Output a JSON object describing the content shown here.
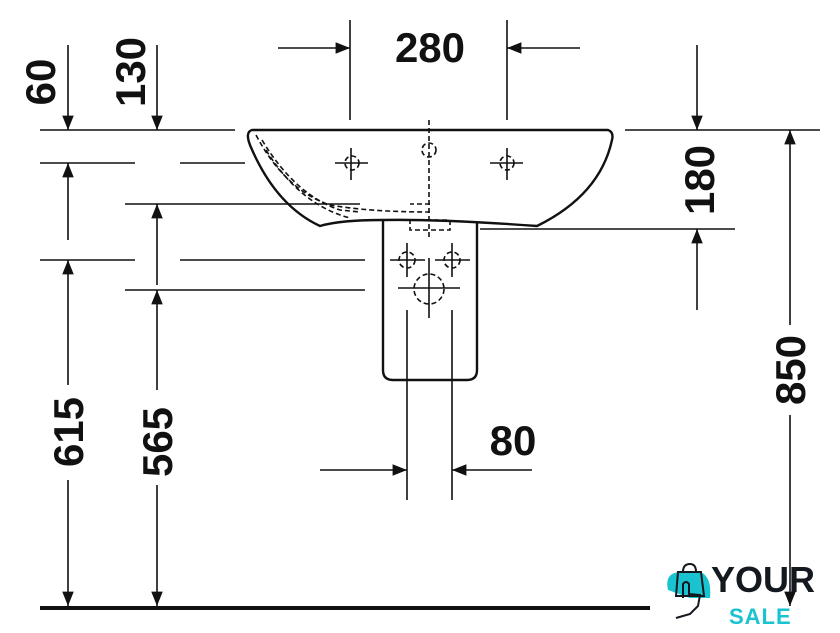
{
  "dimensions": {
    "basin_tap_spacing": "280",
    "top_offset_60": "60",
    "top_offset_130": "130",
    "basin_depth": "180",
    "height_615": "615",
    "height_565": "565",
    "pedestal_width": "80",
    "total_height": "850"
  },
  "logo": {
    "line1": "YOUR",
    "line2": "SALE"
  },
  "colors": {
    "accent": "#19c3cf",
    "ink": "#111111"
  }
}
